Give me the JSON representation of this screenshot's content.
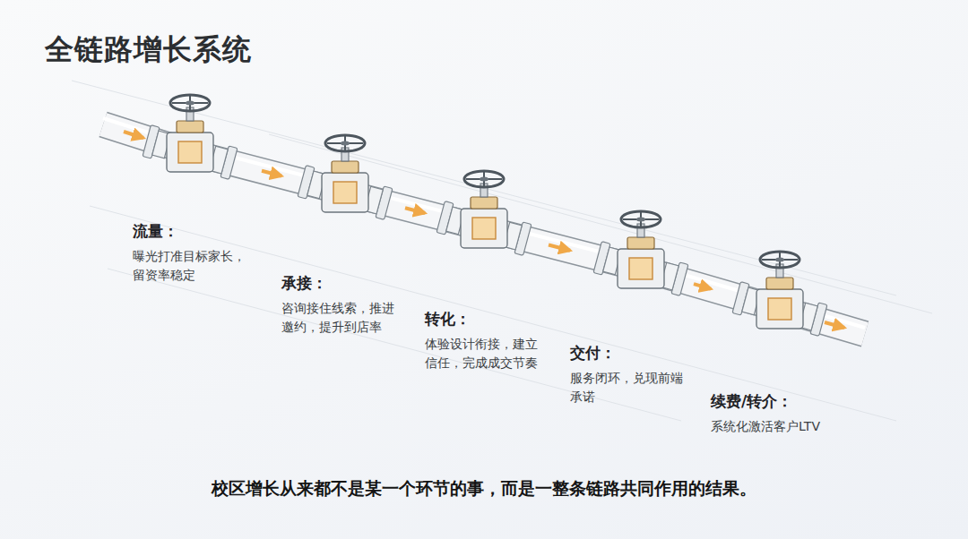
{
  "diagram": {
    "title": "全链路增长系统",
    "caption": "校区增长从来都不是某一个环节的事，而是一整条链路共同作用的结果。",
    "nodes": [
      {
        "text": [
          "流量：",
          "曝光打准目标家长，留资率稳定"
        ]
      },
      {
        "text": [
          "承接：",
          "咨询接住线索，推进邀约，提升到店率"
        ]
      },
      {
        "text": [
          "转化：",
          "体验设计衔接，建立信任，完成成交节奏"
        ]
      },
      {
        "text": [
          "交付：",
          "服务闭环，兑现前端承诺"
        ]
      },
      {
        "text": [
          "续费/转介：",
          "系统化激活客户LTV"
        ]
      }
    ],
    "edges": [
      {
        "from": 0,
        "to": 1,
        "arrow": "to"
      },
      {
        "from": 1,
        "to": 2,
        "arrow": "to"
      },
      {
        "from": 2,
        "to": 3,
        "arrow": "to"
      },
      {
        "from": 3,
        "to": 4,
        "arrow": "to"
      }
    ]
  }
}
